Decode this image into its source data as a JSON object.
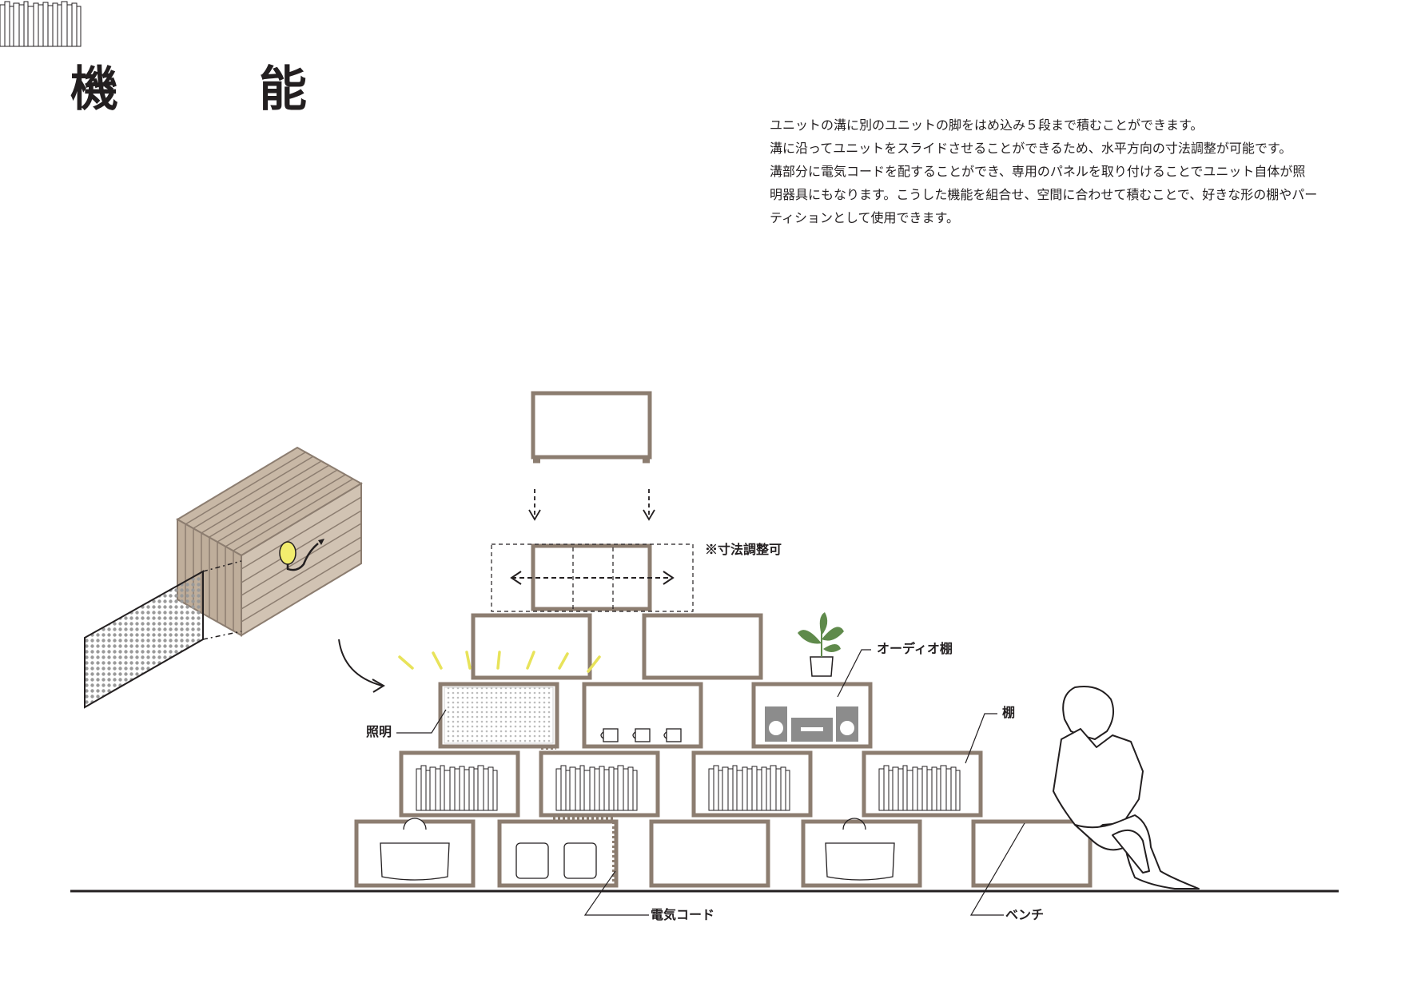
{
  "title": "機　能",
  "description": [
    "ユニットの溝に別のユニットの脚をはめ込み５段まで積むことができます。",
    "溝に沿ってユニットをスライドさせることができるため、水平方向の寸法調整が可能です。",
    "溝部分に電気コードを配することができ、専用のパネルを取り付けることでユニット自体が照",
    "明器具にもなります。こうした機能を組合せ、空間に合わせて積むことで、好きな形の棚やパー",
    "ティションとして使用できます。"
  ],
  "labels": {
    "adjust": "※寸法調整可",
    "audio": "オーディオ棚",
    "shelf": "棚",
    "light": "照明",
    "cord": "電気コード",
    "bench": "ベンチ"
  },
  "colors": {
    "wood": "#8c7d70",
    "wood_fill": "#c8b8a6",
    "light": "#e8e35a",
    "dot": "#9a9a9a",
    "plant": "#5f8a4b",
    "ink": "#231f20"
  }
}
